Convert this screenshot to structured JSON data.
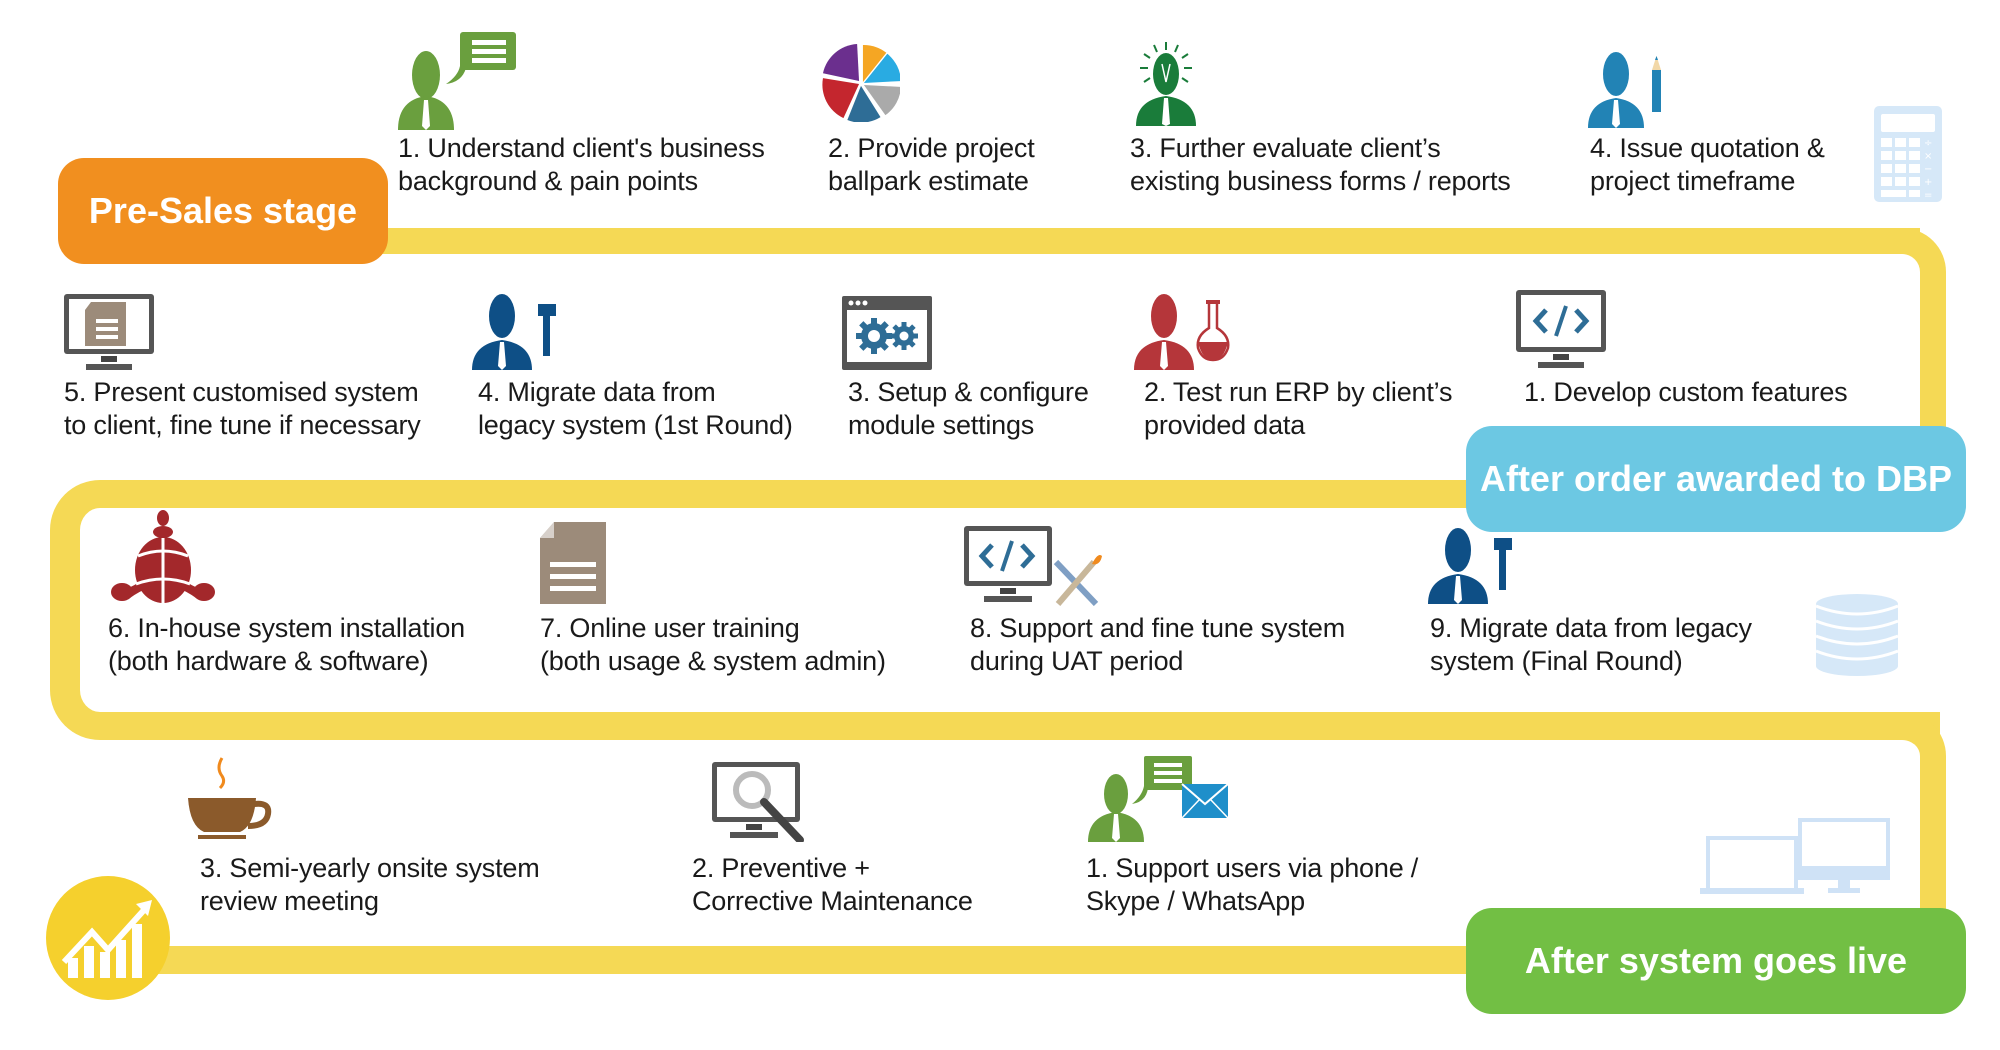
{
  "title": "ERP implementation process flow",
  "colors": {
    "track": "#f5d955",
    "presales": "#f18f1f",
    "after_order": "#6cc8e3",
    "after_live": "#72bf44"
  },
  "stages": [
    {
      "label": "Pre-Sales stage",
      "color": "#f18f1f",
      "steps": [
        {
          "text": "1. Understand client's business\nbackground & pain points",
          "icon": "person-speech-bubble-icon"
        },
        {
          "text": "2. Provide project\nballpark estimate",
          "icon": "pie-chart-icon"
        },
        {
          "text": "3. Further evaluate client’s\nexisting business forms / reports",
          "icon": "person-lightbulb-icon"
        },
        {
          "text": "4. Issue quotation &\nproject timeframe",
          "icon": "person-pencil-icon"
        }
      ],
      "decor_icon": "calculator-icon"
    },
    {
      "label": "After order awarded to DBP",
      "color": "#6cc8e3",
      "steps": [
        {
          "text": "1. Develop custom features",
          "icon": "monitor-code-icon"
        },
        {
          "text": "2. Test run ERP by client’s\nprovided data",
          "icon": "person-flask-icon"
        },
        {
          "text": "3. Setup & configure\nmodule settings",
          "icon": "window-gears-icon"
        },
        {
          "text": "4. Migrate data from\nlegacy system (1st Round)",
          "icon": "person-hammer-icon"
        },
        {
          "text": "5. Present customised system\nto client, fine tune if necessary",
          "icon": "monitor-document-icon"
        },
        {
          "text": "6. In-house system installation\n(both hardware & software)",
          "icon": "installation-globe-icon"
        },
        {
          "text": "7. Online user training\n(both usage & system admin)",
          "icon": "document-icon"
        },
        {
          "text": "8. Support and fine tune system\nduring UAT period",
          "icon": "monitor-code-tools-icon"
        },
        {
          "text": "9. Migrate data from legacy\nsystem (Final Round)",
          "icon": "person-hammer-icon"
        }
      ],
      "decor_icon": "database-icon"
    },
    {
      "label": "After system goes live",
      "color": "#72bf44",
      "steps": [
        {
          "text": "1. Support users via phone /\nSkype / WhatsApp",
          "icon": "person-chat-email-icon"
        },
        {
          "text": "2. Preventive +\nCorrective Maintenance",
          "icon": "monitor-magnifier-icon"
        },
        {
          "text": "3. Semi-yearly onsite system\nreview meeting",
          "icon": "coffee-cup-icon"
        }
      ],
      "decor_icon": "laptop-desktop-icon",
      "end_icon": "growth-chart-icon"
    }
  ]
}
